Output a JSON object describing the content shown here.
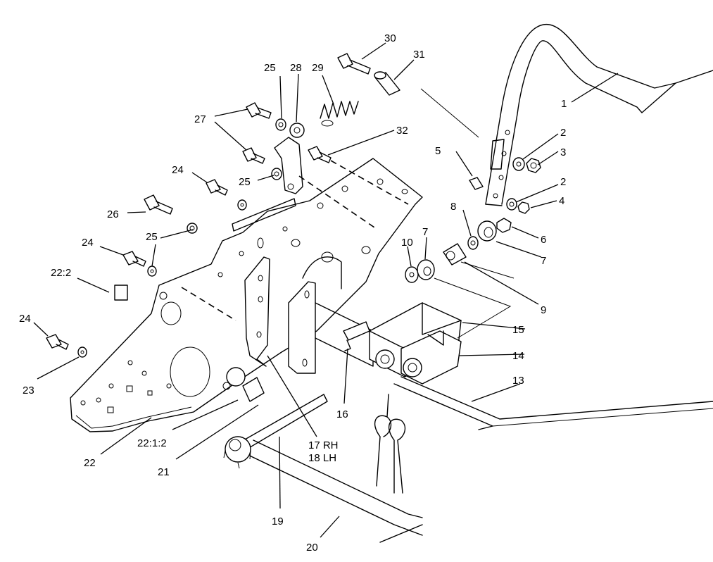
{
  "callouts": [
    {
      "id": "c1",
      "text": "1"
    },
    {
      "id": "c2a",
      "text": "2"
    },
    {
      "id": "c3",
      "text": "3"
    },
    {
      "id": "c2b",
      "text": "2"
    },
    {
      "id": "c4",
      "text": "4"
    },
    {
      "id": "c5",
      "text": "5"
    },
    {
      "id": "c6",
      "text": "6"
    },
    {
      "id": "c7a",
      "text": "7"
    },
    {
      "id": "c7b",
      "text": "7"
    },
    {
      "id": "c8",
      "text": "8"
    },
    {
      "id": "c9",
      "text": "9"
    },
    {
      "id": "c10",
      "text": "10"
    },
    {
      "id": "c13",
      "text": "13"
    },
    {
      "id": "c14",
      "text": "14"
    },
    {
      "id": "c15",
      "text": "15"
    },
    {
      "id": "c16",
      "text": "16"
    },
    {
      "id": "c17",
      "text": "17 RH"
    },
    {
      "id": "c18",
      "text": "18 LH"
    },
    {
      "id": "c19",
      "text": "19"
    },
    {
      "id": "c20",
      "text": "20"
    },
    {
      "id": "c21",
      "text": "21"
    },
    {
      "id": "c22a",
      "text": "22"
    },
    {
      "id": "c22b",
      "text": "22:2"
    },
    {
      "id": "c22c",
      "text": "22:1:2"
    },
    {
      "id": "c23",
      "text": "23"
    },
    {
      "id": "c24a",
      "text": "24"
    },
    {
      "id": "c24b",
      "text": "24"
    },
    {
      "id": "c24c",
      "text": "24"
    },
    {
      "id": "c25a",
      "text": "25"
    },
    {
      "id": "c25b",
      "text": "25"
    },
    {
      "id": "c25c",
      "text": "25"
    },
    {
      "id": "c26",
      "text": "26"
    },
    {
      "id": "c27",
      "text": "27"
    },
    {
      "id": "c28",
      "text": "28"
    },
    {
      "id": "c29",
      "text": "29"
    },
    {
      "id": "c30",
      "text": "30"
    },
    {
      "id": "c31",
      "text": "31"
    },
    {
      "id": "c32",
      "text": "32"
    }
  ]
}
